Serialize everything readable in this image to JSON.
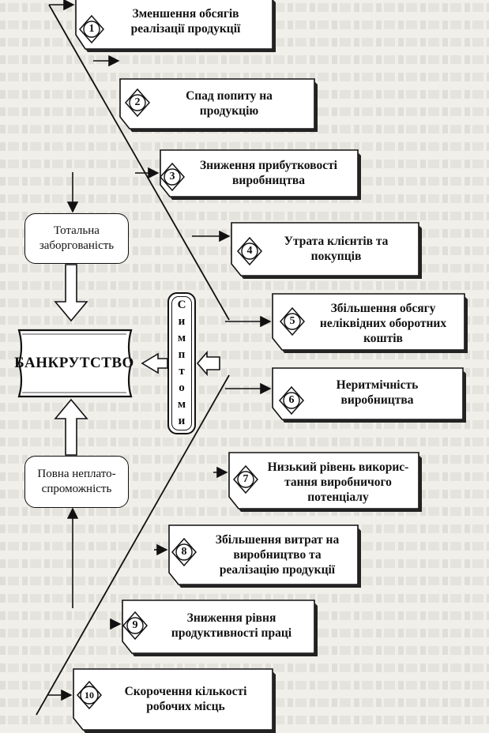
{
  "center": {
    "bankrupt": "БАНКРУТСТВО",
    "total_debt": "Тотальна заборгованість",
    "insolvency": "Повна неплато-спроможність",
    "symptoms_letters": [
      "С",
      "и",
      "м",
      "п",
      "т",
      "о",
      "м",
      "и"
    ]
  },
  "symptoms": [
    {
      "num": "1",
      "text": "Зменшення обсягів реалізації продукції"
    },
    {
      "num": "2",
      "text": "Спад попиту на продукцію"
    },
    {
      "num": "3",
      "text": "Зниження прибутковості виробництва"
    },
    {
      "num": "4",
      "text": "Утрата клієнтів та покупців"
    },
    {
      "num": "5",
      "text": "Збільшення обсягу неліквідних оборотних коштів"
    },
    {
      "num": "6",
      "text": "Неритмічність виробництва"
    },
    {
      "num": "7",
      "text": "Низький рівень викорис-тання виробничого потенціалу"
    },
    {
      "num": "8",
      "text": "Збільшення витрат на виробництво та реалізацію продукції"
    },
    {
      "num": "9",
      "text": "Зниження рівня продуктивності праці"
    },
    {
      "num": "10",
      "text": "Скорочення кількості робочих місць"
    }
  ]
}
